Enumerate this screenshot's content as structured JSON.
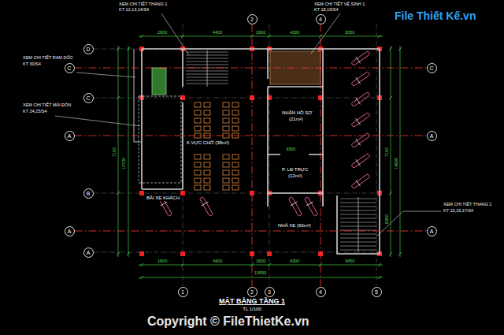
{
  "diagram": {
    "title": "MẶT BẰNG TẦNG 1",
    "caption": "TL 1/100",
    "nodes": [
      {
        "text": [
          "2"
        ]
      },
      {
        "text": [
          "4"
        ]
      },
      {
        "text": [
          "D"
        ]
      },
      {
        "text": [
          "C"
        ]
      },
      {
        "text": [
          "C"
        ]
      },
      {
        "text": [
          "C"
        ]
      },
      {
        "text": [
          "A"
        ]
      },
      {
        "text": [
          "A"
        ]
      },
      {
        "text": [
          "B"
        ]
      },
      {
        "text": [
          "A"
        ]
      },
      {
        "text": [
          "A"
        ]
      },
      {
        "text": [
          "A"
        ]
      },
      {
        "text": [
          "1"
        ]
      },
      {
        "text": [
          "2"
        ]
      },
      {
        "text": [
          "3"
        ]
      },
      {
        "text": [
          "4"
        ]
      },
      {
        "text": [
          "5"
        ]
      }
    ],
    "edges": [
      {
        "from": 0,
        "to": 13,
        "arrow": "none"
      },
      {
        "from": 1,
        "to": 15,
        "arrow": "none"
      },
      {
        "from": 3,
        "to": 4,
        "arrow": "none"
      },
      {
        "from": 6,
        "to": 7,
        "arrow": "none"
      },
      {
        "from": 9,
        "to": 10,
        "arrow": "none"
      }
    ],
    "labels": [
      "XEM CHI TIẾT THANG 1",
      "KT 12,13,14/S4",
      "XEM CHI TIẾT VỆ SINH 1",
      "KT 18,19/S4",
      "XEM CHI TIẾT RAM DỐC",
      "KT 30/S4",
      "XEM CHI TIẾT MÁI ĐÓN",
      "KT 24,25/S4",
      "XEM CHI TIẾT THANG 2",
      "KT 15,16,17/S4",
      "2600",
      "4400",
      "1600",
      "4300",
      "3050",
      "1600",
      "4400",
      "1600",
      "4300",
      "3450",
      "13950",
      "7100",
      "14720",
      "7100",
      "14600",
      "6300",
      "NHẬN HỒ SƠ",
      "(21m²)",
      "K.VỰC CHỜ (38m²)",
      "P. LĐ TRỰC",
      "(12m²)",
      "3300",
      "BÃI XE KHÁCH",
      "NHÀ XE (60m²)",
      "File Thiết Kế.vn",
      "Copyright © FileThietKe.vn"
    ]
  }
}
